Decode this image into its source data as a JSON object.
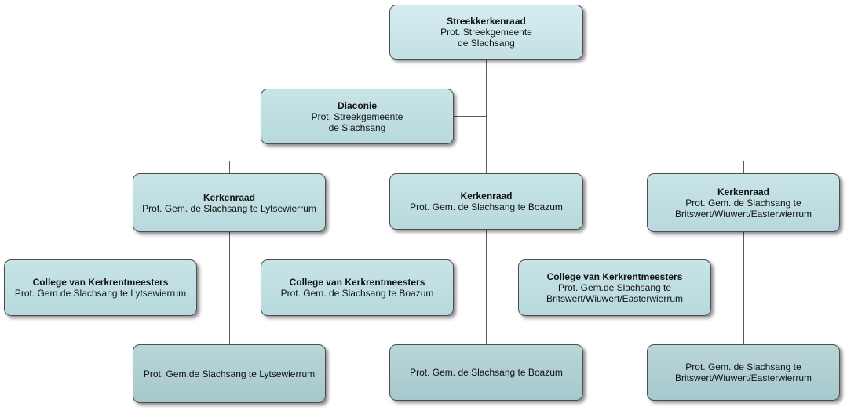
{
  "nodes": {
    "streekkerkenraad": {
      "title": "Streekkerkenraad",
      "line1": "Prot. Streekgemeente",
      "line2": "de Slachsang"
    },
    "diaconie": {
      "title": "Diaconie",
      "line1": "Prot. Streekgemeente",
      "line2": "de Slachsang"
    },
    "kerkenraad_lytsewierrum": {
      "title": "Kerkenraad",
      "line1": "Prot. Gem. de Slachsang te Lytsewierrum"
    },
    "kerkenraad_boazum": {
      "title": "Kerkenraad",
      "line1": "Prot. Gem. de Slachsang te Boazum"
    },
    "kerkenraad_britswert": {
      "title": "Kerkenraad",
      "line1": "Prot. Gem. de Slachsang te",
      "line2": "Britswert/Wiuwert/Easterwierrum"
    },
    "college_lytsewierrum": {
      "title": "College van Kerkrentmeesters",
      "line1": "Prot. Gem.de Slachsang te Lytsewierrum"
    },
    "college_boazum": {
      "title": "College van Kerkrentmeesters",
      "line1": "Prot. Gem. de Slachsang te Boazum"
    },
    "college_britswert": {
      "title": "College van Kerkrentmeesters",
      "line1": "Prot. Gem.de Slachsang te",
      "line2": "Britswert/Wiuwert/Easterwierrum"
    },
    "gemeente_lytsewierrum": {
      "line1": "Prot. Gem.de Slachsang te Lytsewierrum"
    },
    "gemeente_boazum": {
      "line1": "Prot. Gem. de Slachsang te Boazum"
    },
    "gemeente_britswert": {
      "line1": "Prot. Gem. de Slachsang te",
      "line2": "Britswert/Wiuwert/Easterwierrum"
    }
  },
  "colors": {
    "connector": "#5a5a5a",
    "border": "#4d4d4d"
  }
}
